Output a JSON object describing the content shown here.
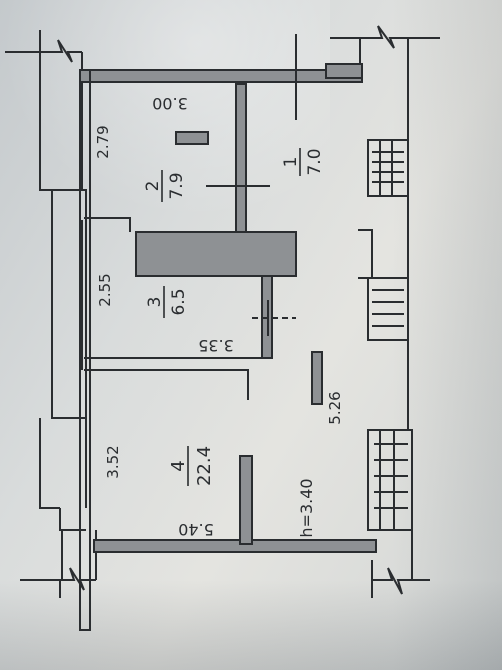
{
  "rooms": [
    {
      "number": "1",
      "area": "7.0"
    },
    {
      "number": "2",
      "area": "7.9"
    },
    {
      "number": "3",
      "area": "6.5"
    },
    {
      "number": "4",
      "area": "22.4"
    }
  ],
  "dimensions": {
    "d300": "3.00",
    "d279": "2.79",
    "d255": "2.55",
    "d335": "3.35",
    "d352": "3.52",
    "d526": "5.26",
    "d540": "5.40",
    "height": "h=3.40"
  },
  "colors": {
    "wall_fill": "#8e9194",
    "line": "#2a2d30"
  }
}
